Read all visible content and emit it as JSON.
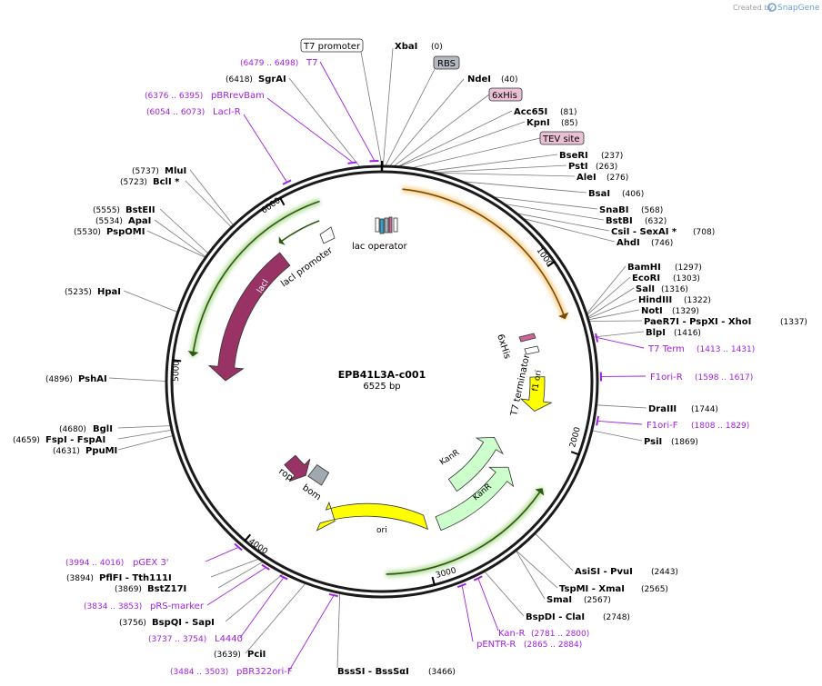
{
  "credit": {
    "prefix": "Created by",
    "brand": "SnapGene"
  },
  "center": {
    "name": "EPB41L3A-c001",
    "length": "6525 bp"
  },
  "ticks": [
    "1000",
    "2000",
    "3000",
    "4000",
    "5000",
    "6000"
  ],
  "feature_labels": {
    "lac_operator": "lac operator",
    "laci_promoter": "lacI promoter",
    "laci": "lacI",
    "his_tag": "6xHis",
    "t7_terminator": "T7 terminator",
    "f1_ori": "f1 ori",
    "kanr_1": "KanR",
    "kanr_2": "KanR",
    "ori": "ori",
    "rop": "rop",
    "bom": "bom"
  },
  "boxed_labels": {
    "t7_promoter": "T7 promoter",
    "rbs": "RBS",
    "his_box": "6xHis",
    "tev": "TEV site"
  },
  "sites": [
    {
      "id": "xbai",
      "name": "XbaI",
      "pos": "(0)"
    },
    {
      "id": "ndei",
      "name": "NdeI",
      "pos": "(40)"
    },
    {
      "id": "acc65i",
      "name": "Acc65I",
      "pos": "(81)"
    },
    {
      "id": "kpni",
      "name": "KpnI",
      "pos": "(85)"
    },
    {
      "id": "bseri",
      "name": "BseRI",
      "pos": "(237)"
    },
    {
      "id": "psti",
      "name": "PstI",
      "pos": "(263)"
    },
    {
      "id": "alei",
      "name": "AleI",
      "pos": "(276)"
    },
    {
      "id": "bsai",
      "name": "BsaI",
      "pos": "(406)"
    },
    {
      "id": "snabi",
      "name": "SnaBI",
      "pos": "(568)"
    },
    {
      "id": "bstbi",
      "name": "BstBI",
      "pos": "(632)"
    },
    {
      "id": "csii",
      "name": "CsiI  - SexAI *",
      "pos": "(708)"
    },
    {
      "id": "ahdi",
      "name": "AhdI",
      "pos": "(746)"
    },
    {
      "id": "bamhi",
      "name": "BamHI",
      "pos": "(1297)"
    },
    {
      "id": "ecori",
      "name": "EcoRI",
      "pos": "(1303)"
    },
    {
      "id": "sali",
      "name": "SalI",
      "pos": "(1316)"
    },
    {
      "id": "hindiii",
      "name": "HindIII",
      "pos": "(1322)"
    },
    {
      "id": "noti",
      "name": "NotI",
      "pos": "(1329)"
    },
    {
      "id": "paer7i",
      "name": "PaeR7I  - PspXI  - XhoI",
      "pos": "(1337)"
    },
    {
      "id": "blpi",
      "name": "BlpI",
      "pos": "(1416)"
    },
    {
      "id": "draiii",
      "name": "DraIII",
      "pos": "(1744)"
    },
    {
      "id": "psii",
      "name": "PsiI",
      "pos": "(1869)"
    },
    {
      "id": "asisi",
      "name": "AsiSI  - PvuI",
      "pos": "(2443)"
    },
    {
      "id": "tspmi",
      "name": "TspMI  - XmaI",
      "pos": "(2565)"
    },
    {
      "id": "smai",
      "name": "SmaI",
      "pos": "(2567)"
    },
    {
      "id": "bspdi",
      "name": "BspDI  - ClaI",
      "pos": "(2748)"
    },
    {
      "id": "bsssi",
      "name": "BssSI  - BssSαI",
      "pos": "(3466)"
    },
    {
      "id": "pcii",
      "name": "PciI",
      "pos": "(3639)"
    },
    {
      "id": "bspqi",
      "name": "BspQI  - SapI",
      "pos": "(3756)"
    },
    {
      "id": "pflfi",
      "name": "PflFI  - Tth111I",
      "pos": "(3894)"
    },
    {
      "id": "bstz17i",
      "name": "BstZ17I",
      "pos": "(3869)"
    },
    {
      "id": "ppumi",
      "name": "PpuMI",
      "pos": "(4631)"
    },
    {
      "id": "fspi",
      "name": "FspI  - FspAI",
      "pos": "(4659)"
    },
    {
      "id": "bgli",
      "name": "BglI",
      "pos": "(4680)"
    },
    {
      "id": "pshai",
      "name": "PshAI",
      "pos": "(4896)"
    },
    {
      "id": "hpai",
      "name": "HpaI",
      "pos": "(5235)"
    },
    {
      "id": "pspomi",
      "name": "PspOMI",
      "pos": "(5530)"
    },
    {
      "id": "apai",
      "name": "ApaI",
      "pos": "(5534)"
    },
    {
      "id": "bsteii",
      "name": "BstEII",
      "pos": "(5555)"
    },
    {
      "id": "bcli",
      "name": "BclI *",
      "pos": "(5723)"
    },
    {
      "id": "mlui",
      "name": "MluI",
      "pos": "(5737)"
    },
    {
      "id": "sgrai",
      "name": "SgrAI",
      "pos": "(6418)"
    }
  ],
  "primers": [
    {
      "id": "t7",
      "name": "T7",
      "pos": "(6479 .. 6498)"
    },
    {
      "id": "pbrrevbam",
      "name": "pBRrevBam",
      "pos": "(6376 .. 6395)"
    },
    {
      "id": "laci_r",
      "name": "LacI-R",
      "pos": "(6054 .. 6073)"
    },
    {
      "id": "t7_term",
      "name": "T7 Term",
      "pos": "(1413 .. 1431)"
    },
    {
      "id": "f1ori_r",
      "name": "F1ori-R",
      "pos": "(1598 .. 1617)"
    },
    {
      "id": "f1ori_f",
      "name": "F1ori-F",
      "pos": "(1808 .. 1829)"
    },
    {
      "id": "kan_r",
      "name": "Kan-R",
      "pos": "(2781 .. 2800)"
    },
    {
      "id": "pentr_r",
      "name": "pENTR-R",
      "pos": "(2865 .. 2884)"
    },
    {
      "id": "pgex3",
      "name": "pGEX 3'",
      "pos": "(3994 .. 4016)"
    },
    {
      "id": "prs_marker",
      "name": "pRS-marker",
      "pos": "(3834 .. 3853)"
    },
    {
      "id": "l4440",
      "name": "L4440",
      "pos": "(3737 .. 3754)"
    },
    {
      "id": "pbr322ori_f",
      "name": "pBR322ori-F",
      "pos": "(3484 .. 3503)"
    }
  ],
  "colors": {
    "backbone": "#1a1a1a",
    "laci": "#993366",
    "f1ori": "#ffff00",
    "kanr": "#ccffcc",
    "ori": "#ffff00",
    "bom": "#a0a8b0",
    "primer": "#a020e0",
    "orf_orange": "#f5b041",
    "orf_green": "#66bb33"
  }
}
